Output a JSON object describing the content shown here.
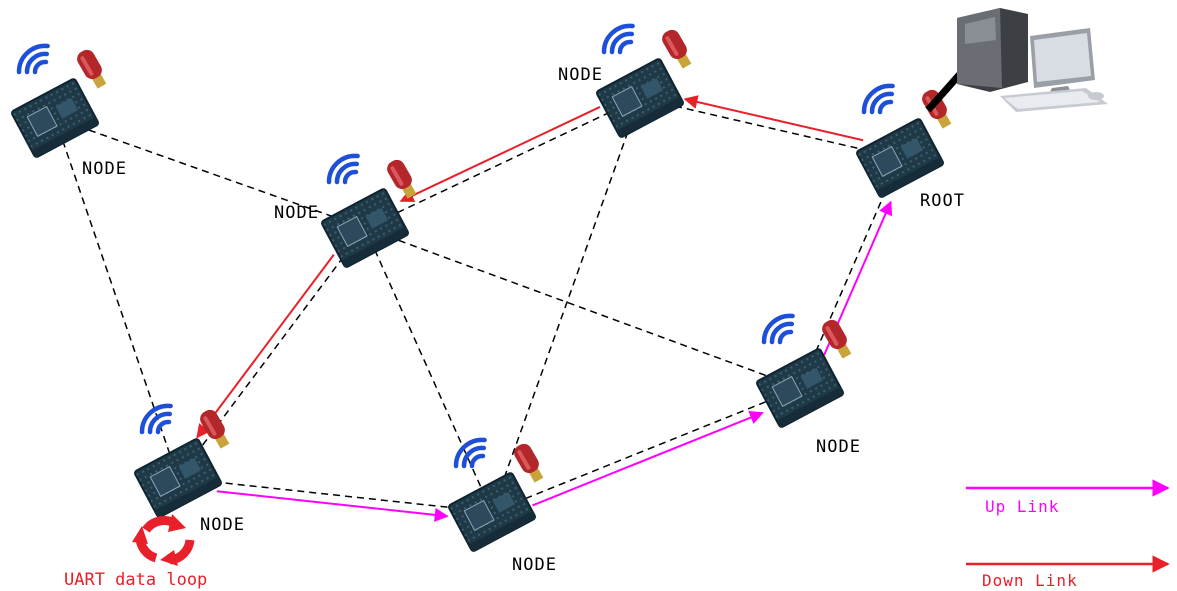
{
  "colors": {
    "mesh_link": "#000000",
    "up_link": "#ff00ff",
    "down_link": "#e8202a",
    "board": "#1e3a4a",
    "antenna": "#b3262a",
    "wifi": "#1d4fd8",
    "loop": "#e8202a",
    "background": "#ffffff"
  },
  "nodes": [
    {
      "id": "n1",
      "label": "NODE"
    },
    {
      "id": "n2",
      "label": "NODE"
    },
    {
      "id": "n3",
      "label": "NODE"
    },
    {
      "id": "root",
      "label": "ROOT"
    },
    {
      "id": "n5",
      "label": "NODE"
    },
    {
      "id": "n6",
      "label": "NODE"
    },
    {
      "id": "n7",
      "label": "NODE"
    }
  ],
  "mesh_links": [
    [
      "n1",
      "n2"
    ],
    [
      "n1",
      "n6"
    ],
    [
      "n2",
      "n3"
    ],
    [
      "n2",
      "n5"
    ],
    [
      "n2",
      "n6"
    ],
    [
      "n2",
      "n7"
    ],
    [
      "n3",
      "root"
    ],
    [
      "n3",
      "n7"
    ],
    [
      "root",
      "n5"
    ],
    [
      "n6",
      "n7"
    ],
    [
      "n7",
      "n5"
    ]
  ],
  "down_links": [
    [
      "root",
      "n3"
    ],
    [
      "n3",
      "n2"
    ],
    [
      "n2",
      "n6"
    ]
  ],
  "up_links": [
    [
      "n6",
      "n7"
    ],
    [
      "n7",
      "n5"
    ],
    [
      "n5",
      "root"
    ]
  ],
  "computer": {
    "icon": "desktop-computer-icon"
  },
  "uart_loop": {
    "label": "UART data loop",
    "icon": "recycle-loop-icon"
  },
  "legend": {
    "up_link": {
      "label": "Up Link"
    },
    "down_link": {
      "label": "Down Link"
    }
  }
}
